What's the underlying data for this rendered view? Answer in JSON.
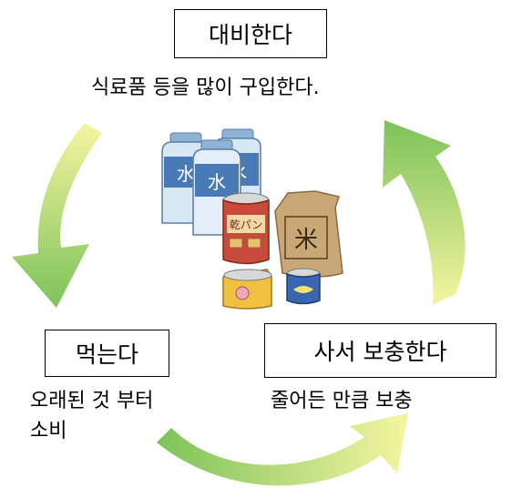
{
  "top": {
    "label": "대비한다",
    "desc": "식료품 등을 많이 구입한다."
  },
  "left": {
    "label": "먹는다",
    "desc_line1": "오래된 것 부터",
    "desc_line2": "소비"
  },
  "right": {
    "label": "사서 보충한다",
    "desc": "줄어든 만큼 보충"
  },
  "illustration": {
    "water_bottle_label": "水",
    "bag_label": "米",
    "can_label": "乾パン"
  },
  "colors": {
    "arrow_dark": "#7cc25a",
    "arrow_light": "#f5f5a0",
    "outline": "#000000"
  }
}
